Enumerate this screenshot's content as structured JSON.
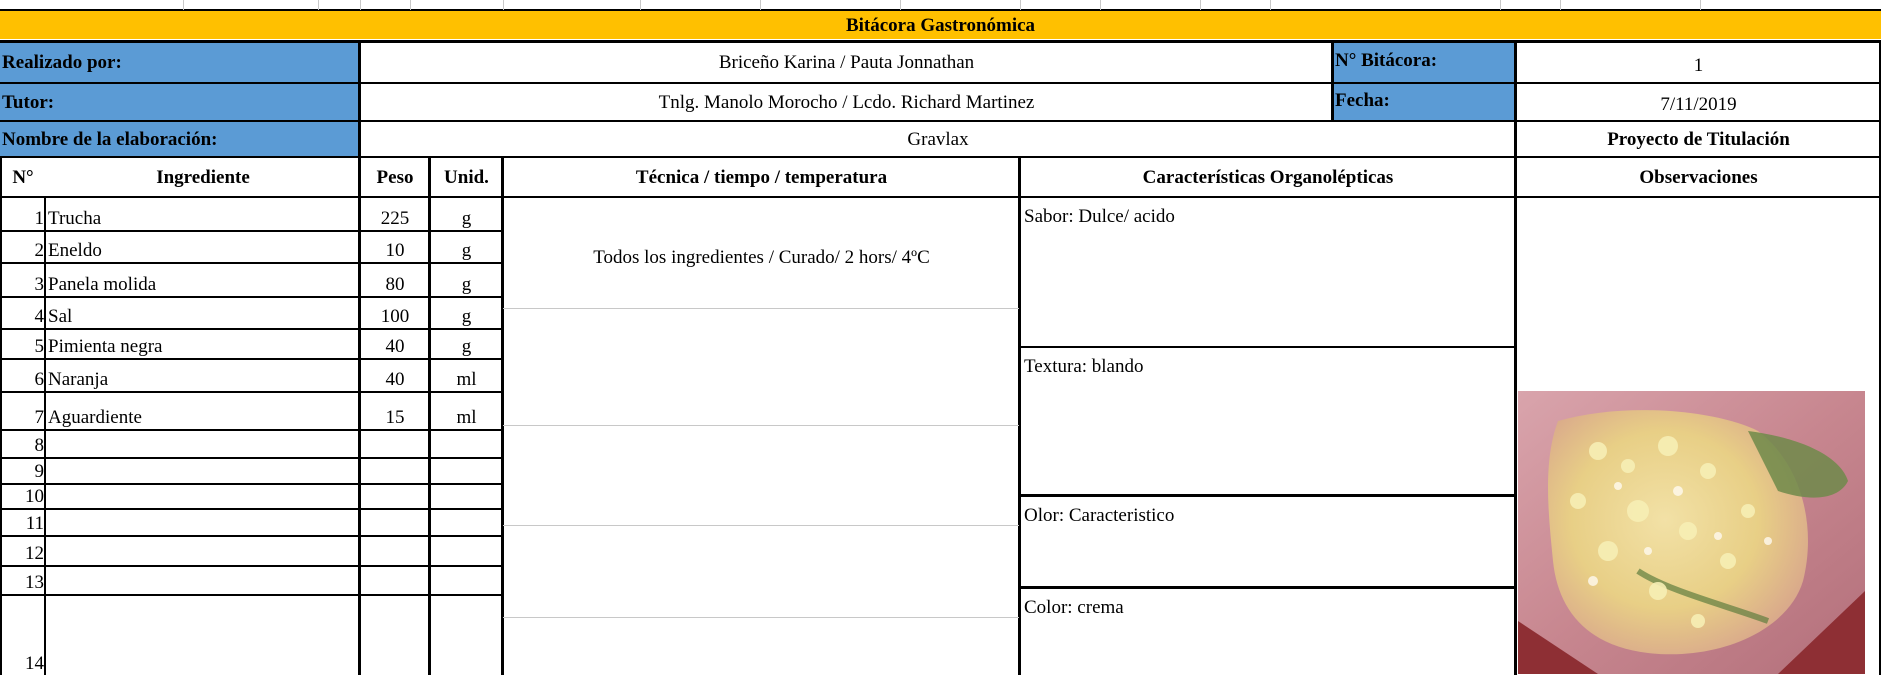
{
  "header": {
    "title": "Bitácora Gastronómica"
  },
  "info": {
    "realizado_label": "Realizado por:",
    "realizado_value": "Briceño Karina / Pauta Jonnathan",
    "bitacora_label": "N° Bitácora:",
    "bitacora_value": "1",
    "tutor_label": "Tutor:",
    "tutor_value": "Tnlg. Manolo Morocho  / Lcdo. Richard Martinez",
    "fecha_label": "Fecha:",
    "fecha_value": "7/11/2019",
    "nombre_label": "Nombre de la elaboración:",
    "nombre_value": "Gravlax",
    "proyecto": "Proyecto de Titulación"
  },
  "columns": {
    "num": "N°",
    "ingrediente": "Ingrediente",
    "peso": "Peso",
    "unid": "Unid.",
    "tecnica": "Técnica / tiempo / temperatura",
    "caracteristicas": "Características Organolépticas",
    "observaciones": "Observaciones"
  },
  "rows": [
    {
      "n": "1",
      "ingrediente": "Trucha",
      "peso": "225",
      "unid": "g"
    },
    {
      "n": "2",
      "ingrediente": "Eneldo",
      "peso": "10",
      "unid": "g"
    },
    {
      "n": "3",
      "ingrediente": "Panela molida",
      "peso": "80",
      "unid": "g"
    },
    {
      "n": "4",
      "ingrediente": "Sal",
      "peso": "100",
      "unid": "g"
    },
    {
      "n": "5",
      "ingrediente": "Pimienta negra",
      "peso": "40",
      "unid": "g"
    },
    {
      "n": "6",
      "ingrediente": "Naranja",
      "peso": "40",
      "unid": "ml"
    },
    {
      "n": "7",
      "ingrediente": "Aguardiente",
      "peso": "15",
      "unid": "ml"
    },
    {
      "n": "8"
    },
    {
      "n": "9"
    },
    {
      "n": "10"
    },
    {
      "n": "11"
    },
    {
      "n": "12"
    },
    {
      "n": "13"
    },
    {
      "n": "14"
    }
  ],
  "tecnica": "Todos los ingredientes / Curado/ 2 hors/ 4ºC",
  "organolepticas": {
    "sabor": "Sabor:  Dulce/ acido",
    "textura": "Textura: blando",
    "olor": "Olor:  Caracteristico",
    "color": "Color: crema"
  },
  "photo": {
    "subject": "gravlax de trucha curado con eneldo y panela",
    "colors": [
      "#c9878f",
      "#e6d27a",
      "#8a9a5b",
      "#a33a3a"
    ]
  }
}
